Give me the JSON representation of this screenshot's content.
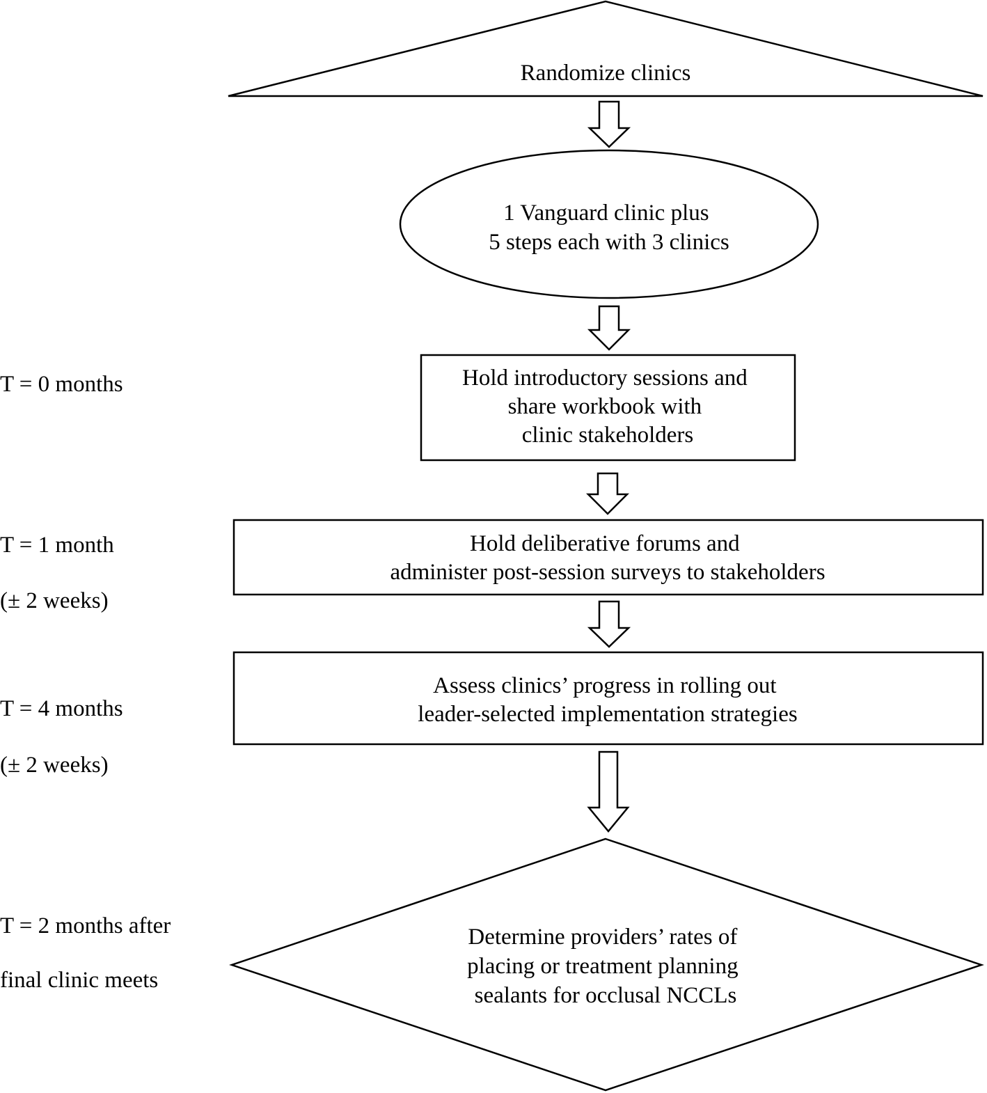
{
  "nodes": {
    "randomize": {
      "lines": [
        "Randomize clinics"
      ]
    },
    "vanguard": {
      "lines": [
        "1 Vanguard clinic plus",
        "5 steps each with 3 clinics"
      ]
    },
    "intro_sessions": {
      "lines": [
        "Hold introductory sessions and",
        "share workbook with",
        "clinic stakeholders"
      ]
    },
    "deliberative_forums": {
      "lines": [
        "Hold deliberative forums and",
        "administer post-session surveys to stakeholders"
      ]
    },
    "assess_progress": {
      "lines": [
        "Assess clinics’ progress in rolling out",
        "leader-selected implementation strategies"
      ]
    },
    "determine_rates": {
      "lines": [
        "Determine providers’ rates of",
        "placing or treatment planning",
        "sealants for occlusal NCCLs"
      ]
    }
  },
  "timeline": {
    "t0": [
      "T = 0 months"
    ],
    "t1": [
      "T = 1 month",
      "(± 2 weeks)"
    ],
    "t4": [
      "T = 4 months",
      "(± 2 weeks)"
    ],
    "t_final": [
      "T = 2 months after",
      "final clinic meets"
    ]
  }
}
